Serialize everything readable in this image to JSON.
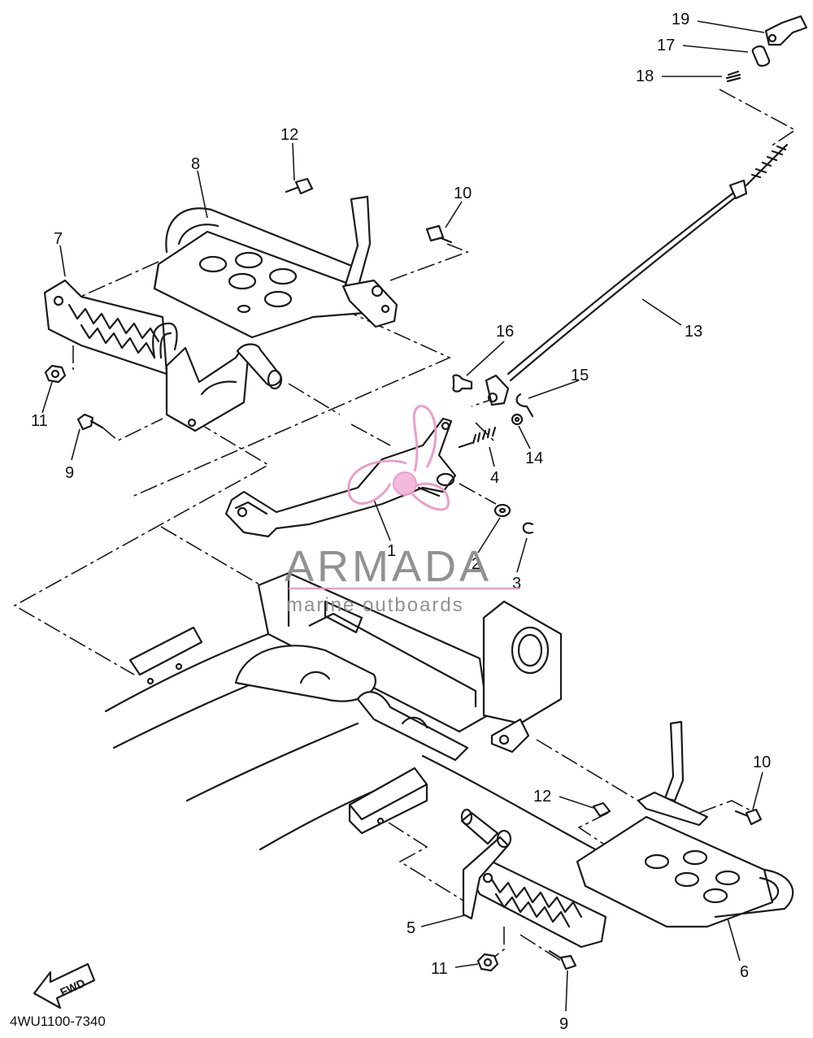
{
  "watermark": {
    "brand": "ARMADA",
    "tagline": "marine outboards",
    "color_outline": "#e89ac6",
    "color_fill": "#f2b8da",
    "color_text": "#8c8c8c"
  },
  "diagram": {
    "code": "4WU1100-7340",
    "direction_label": "FWD",
    "callouts": [
      "19",
      "17",
      "18",
      "12",
      "8",
      "10",
      "7",
      "13",
      "16",
      "15",
      "11",
      "9",
      "14",
      "4",
      "1",
      "2",
      "3",
      "10",
      "12",
      "5",
      "11",
      "6",
      "9"
    ]
  }
}
